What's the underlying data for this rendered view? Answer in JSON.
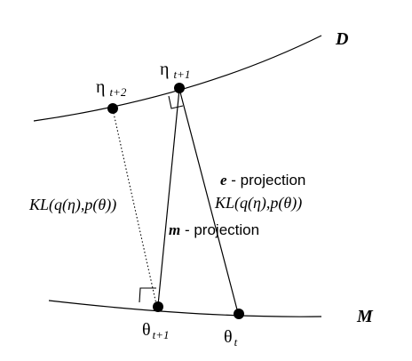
{
  "manifolds": {
    "upper": {
      "label": "D"
    },
    "lower": {
      "label": "M"
    }
  },
  "points": {
    "eta_t2": {
      "symbol": "η",
      "subscript": "t+2"
    },
    "eta_t1": {
      "symbol": "η",
      "subscript": "t+1"
    },
    "theta_t1": {
      "symbol": "θ",
      "subscript": "t+1"
    },
    "theta_t": {
      "symbol": "θ",
      "subscript": "t"
    }
  },
  "annotations": {
    "e_projection": {
      "prefix": "e",
      "suffix": " - projection"
    },
    "m_projection": {
      "prefix": "m",
      "suffix": " - projection"
    },
    "kl_left": "KL(q(η),p(θ))",
    "kl_right": "KL(q(η),p(θ))"
  }
}
